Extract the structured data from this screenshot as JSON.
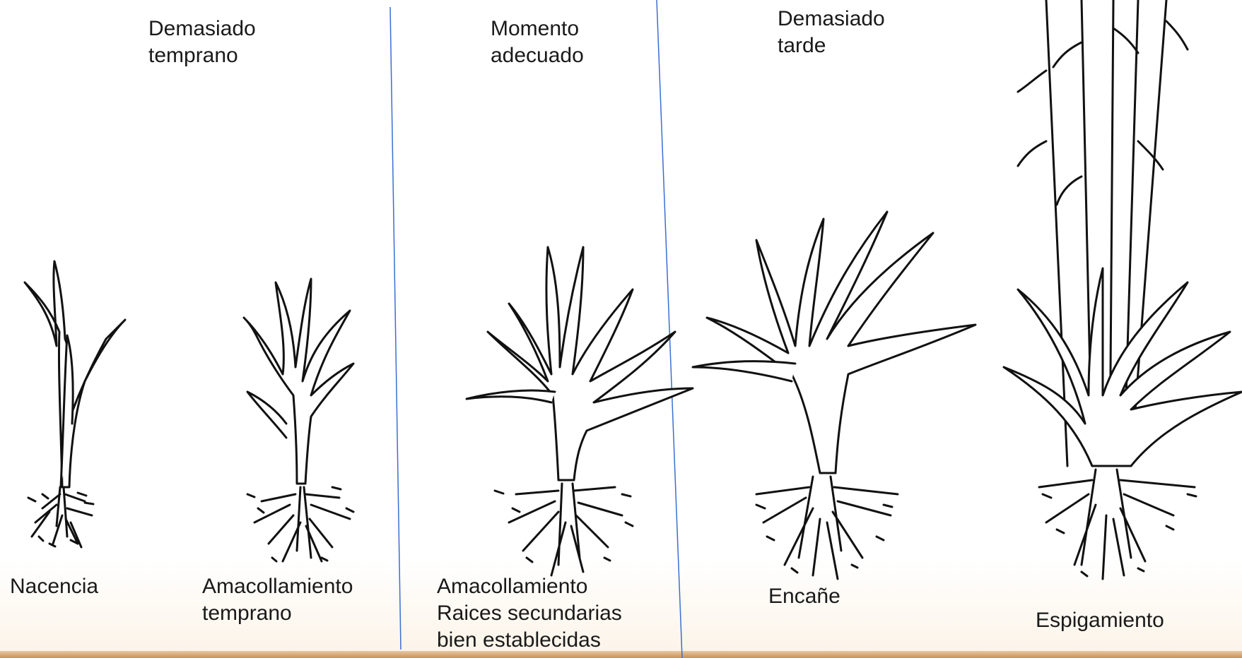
{
  "headers": {
    "too_early": "Demasiado\ntemprano",
    "right_time": "Momento\nadecuado",
    "too_late": "Demasiado\ntarde"
  },
  "stages": {
    "nacencia": "Nacencia",
    "amacollamiento_temprano": "Amacollamiento\ntemprano",
    "amacollamiento": "Amacollamiento\nRaices secundarias\nbien establecidas",
    "encane": "Encañe",
    "espigamiento": "Espigamiento"
  },
  "colors": {
    "divider": "#3a6fd1",
    "ink": "#111111",
    "bottom_bar": "#c98f57"
  }
}
